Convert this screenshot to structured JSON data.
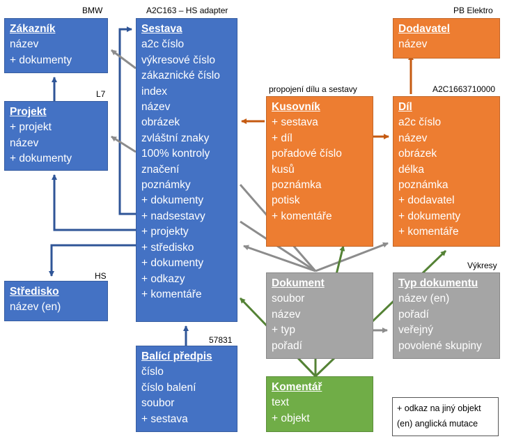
{
  "colors": {
    "entity": "#4472c4",
    "orange": "#ed7d31",
    "gray": "#a5a5a5",
    "green": "#70ad47"
  },
  "labels": {
    "bmw": "BMW",
    "sestava": "A2C163 – HS adapter",
    "l7": "L7",
    "hs": "HS",
    "balici": "57831",
    "kusovnik": "propojení dílu a sestavy",
    "elektro": "PB Elektro",
    "dil": "A2C1663710000",
    "vykresy": "Výkresy"
  },
  "entities": {
    "zakaznik": {
      "title": "Zákazník",
      "lines": [
        "název",
        "+ dokumenty"
      ]
    },
    "projekt": {
      "title": "Projekt",
      "lines": [
        "+ projekt",
        "název",
        "+ dokumenty"
      ]
    },
    "stredisko": {
      "title": "Středisko",
      "lines": [
        "název (en)"
      ]
    },
    "sestava": {
      "title": "Sestava",
      "lines": [
        "a2c číslo",
        "výkresové číslo",
        "zákaznické číslo",
        "index",
        "název",
        "obrázek",
        "zvláštní znaky",
        "100% kontroly",
        "značení",
        "poznámky",
        "+ dokumenty",
        "+ nadsestavy",
        "+ projekty",
        "+ středisko",
        "+ dokumenty",
        "+ odkazy",
        "+ komentáře"
      ]
    },
    "balici": {
      "title": "Balící předpis",
      "lines": [
        "číslo",
        "číslo balení",
        "soubor",
        "+ sestava"
      ]
    },
    "kusovnik": {
      "title": "Kusovník",
      "lines": [
        "+ sestava",
        "+ díl",
        "pořadové číslo",
        "kusů",
        "poznámka",
        "potisk",
        "+ komentáře"
      ]
    },
    "dodavatel": {
      "title": "Dodavatel",
      "lines": [
        "název"
      ]
    },
    "dil": {
      "title": "Díl",
      "lines": [
        "a2c číslo",
        "název",
        "obrázek",
        "délka",
        "poznámka",
        "+ dodavatel",
        "+ dokumenty",
        "+ komentáře"
      ]
    },
    "dokument": {
      "title": "Dokument",
      "lines": [
        "soubor",
        "název",
        "+ typ",
        "pořadí"
      ]
    },
    "typ": {
      "title": "Typ dokumentu",
      "lines": [
        "název (en)",
        "pořadí",
        "veřejný",
        "povolené skupiny"
      ]
    },
    "komentar": {
      "title": "Komentář",
      "lines": [
        "text",
        "+ objekt"
      ]
    }
  },
  "legend": {
    "line1": "+ odkaz na jiný objekt",
    "line2": "(en) anglická mutace"
  }
}
